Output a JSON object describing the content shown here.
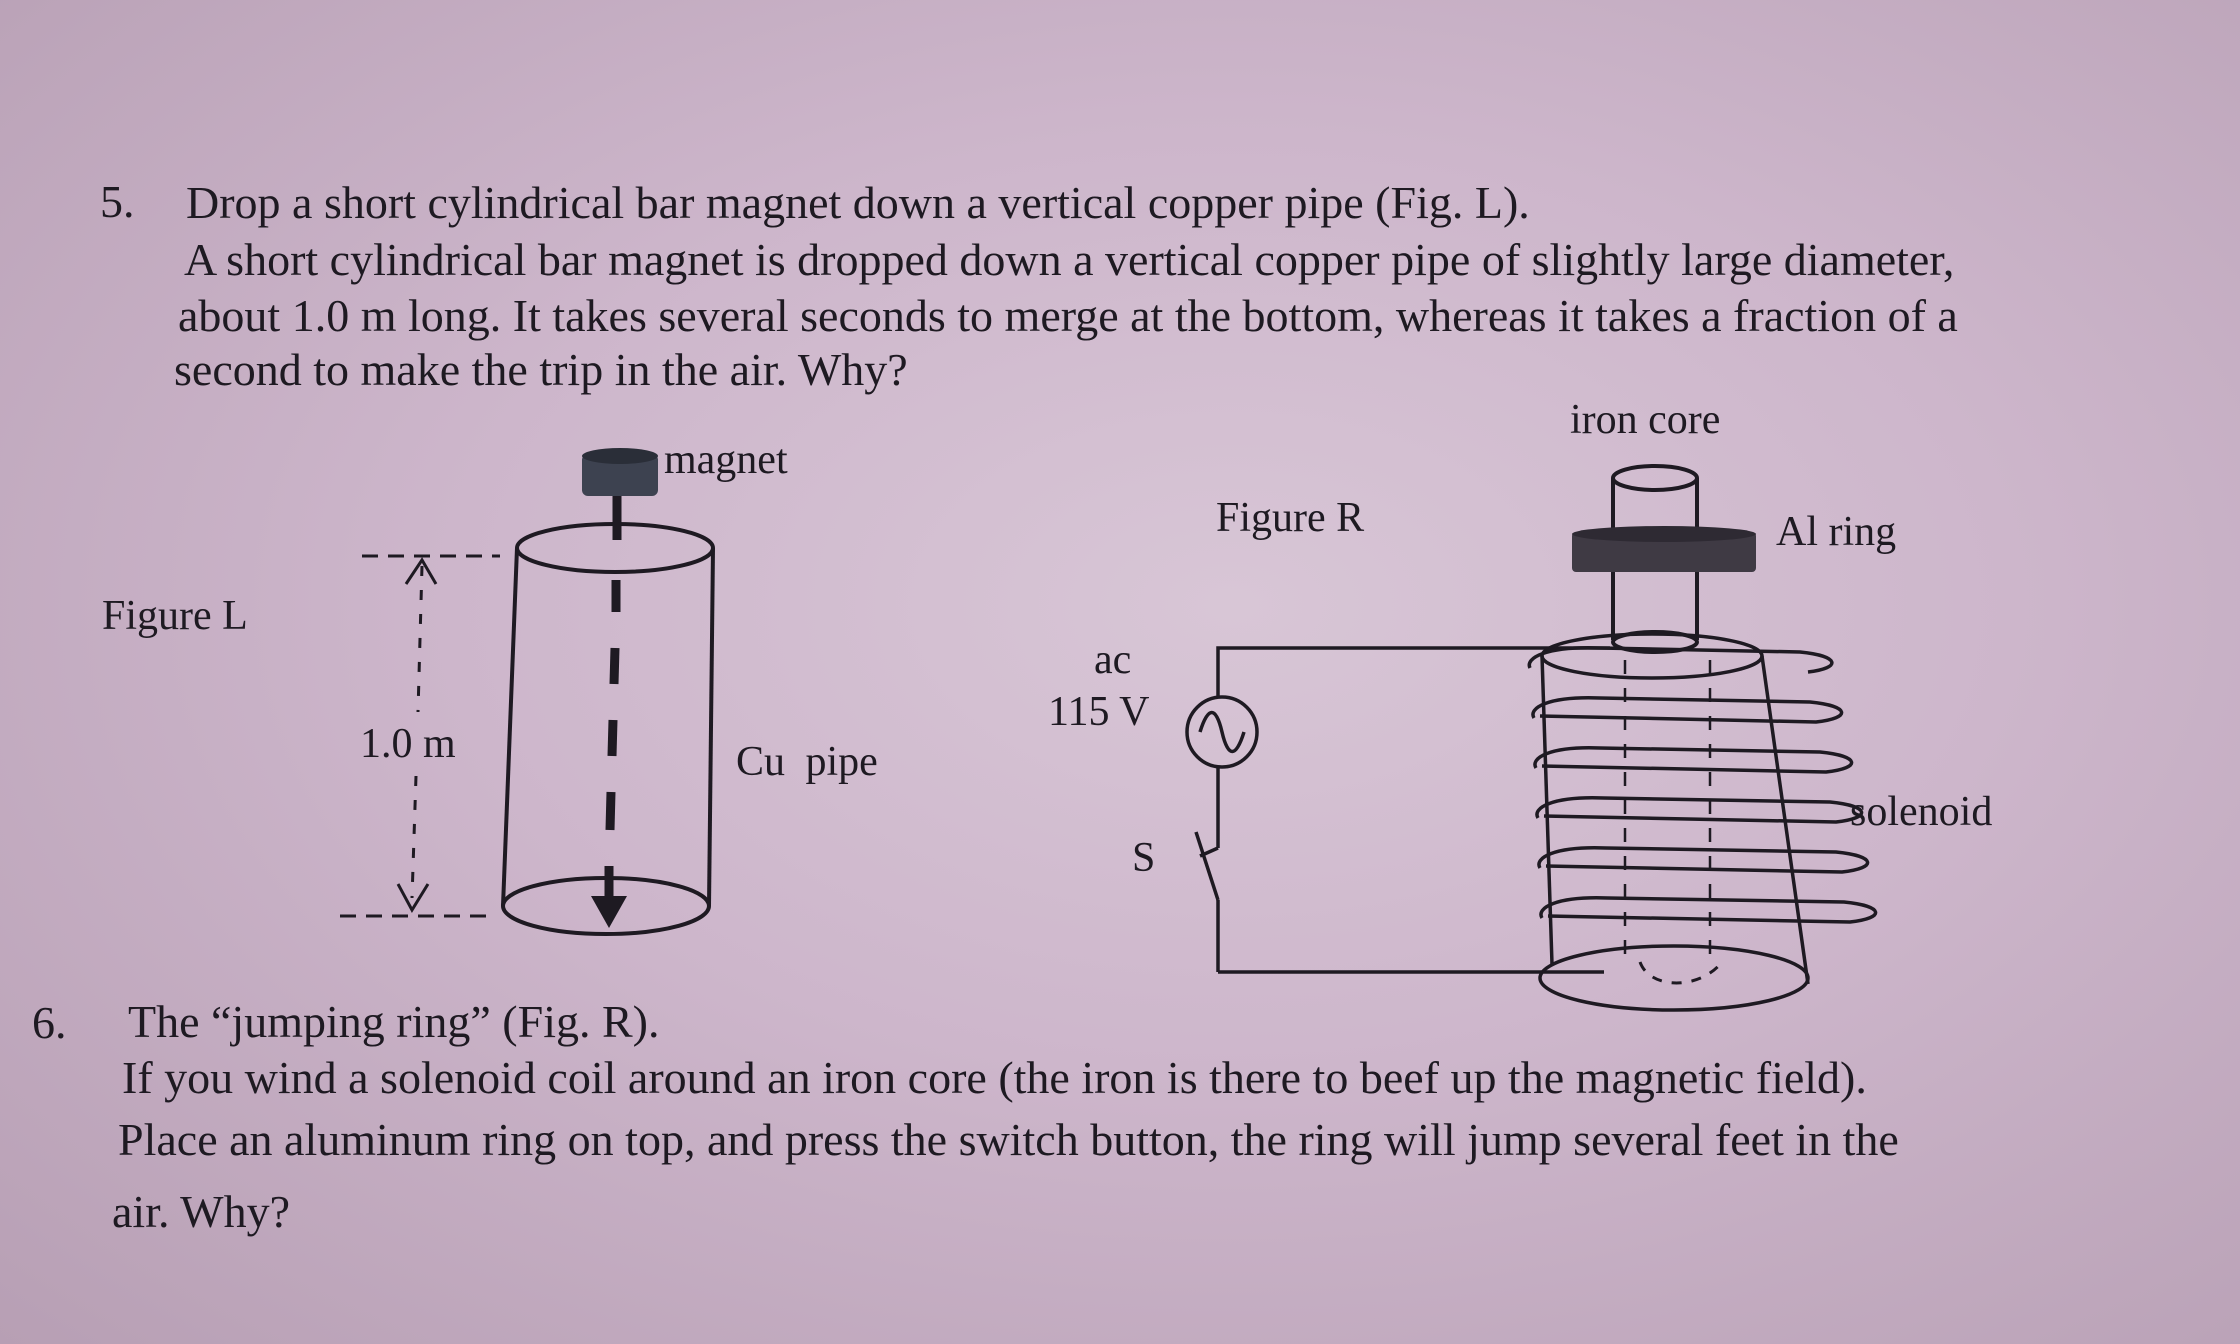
{
  "problem5": {
    "number": "5.",
    "lines": [
      "Drop a short cylindrical bar magnet down a vertical copper pipe (Fig. L).",
      "A short cylindrical bar magnet is dropped down a vertical copper pipe of slightly large diameter,",
      "about 1.0 m long. It takes several seconds to merge at the bottom, whereas it takes a fraction of a",
      "second to make the trip in the air. Why?"
    ]
  },
  "figureL": {
    "title": "Figure L",
    "magnet_label": "magnet",
    "length_label": "1.0 m",
    "pipe_label": "Cu pipe"
  },
  "figureR": {
    "title": "Figure R",
    "ac_label": "ac",
    "voltage_label": "115 V",
    "switch_label": "S",
    "iron_core_label": "iron core",
    "ring_label": "Al ring",
    "solenoid_label": "solenoid"
  },
  "problem6": {
    "number": "6.",
    "lines": [
      "The “jumping ring” (Fig. R).",
      "If you wind a solenoid coil around an iron core (the iron is there to beef up the magnetic field).",
      "Place an aluminum ring on top, and press the switch button, the ring will jump several feet in the",
      "air. Why?"
    ]
  }
}
